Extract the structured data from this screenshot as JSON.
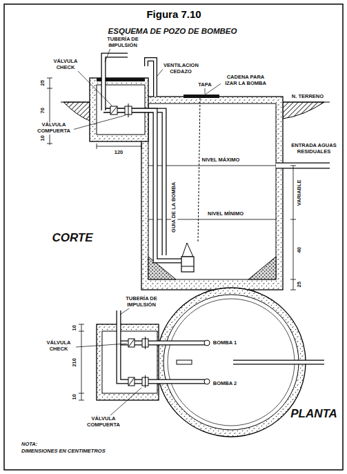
{
  "diagram": {
    "title": "Figura 7.10",
    "labels": [
      "ESQUEMA DE POZO DE BOMBEO",
      "TUBERÍA DE IMPULSIÓN",
      "VENTILACION CEDAZO",
      "VÁLVULA CHECK",
      "TAPA",
      "CADENA PARA IZAR LA BOMBA",
      "N. TERRENO",
      "25",
      "70",
      "10",
      "VÁLVULA COMPUERTA",
      "120",
      "ENTRADA AGUAS RESIDUALES",
      "NIVEL MÁXIMO",
      "GUIA DE LA BOMBA",
      "NIVEL MÍNIMO",
      "VARIABLE",
      "40",
      "25",
      "CORTE",
      "TUBERÍA DE IMPULSIÓN",
      "VÁLVULA CHECK",
      "BOMBA 1",
      "BOMBA 2",
      "10",
      "210",
      "10",
      "VÁLVULA COMPUERTA",
      "PLANTA",
      "NOTA:",
      "DIMENSIONES EN CENTIMETROS"
    ]
  }
}
